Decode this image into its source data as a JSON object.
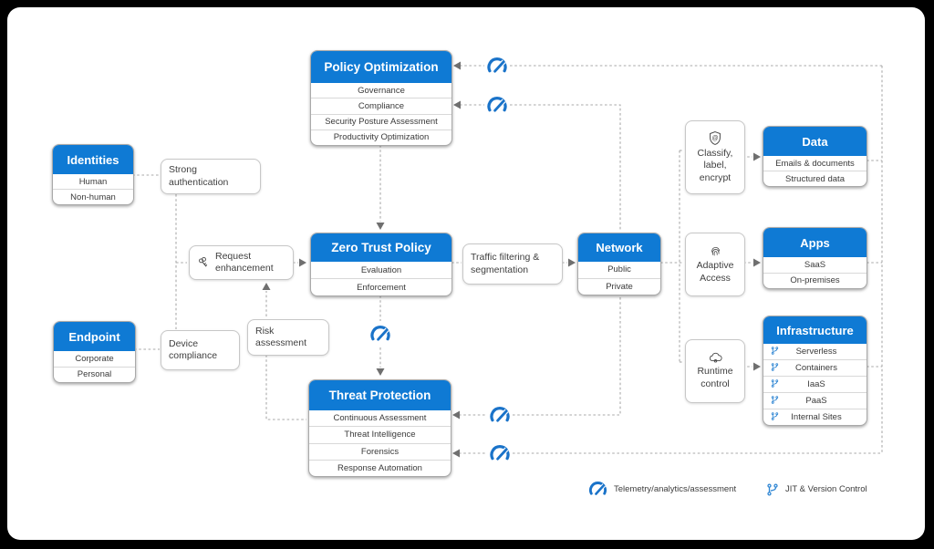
{
  "colors": {
    "accent_blue": "#0f7ad4",
    "icon_blue": "#1a73c9",
    "branch_blue": "#2f86d3",
    "line_gray": "#a9a9a9",
    "arrow_gray": "#6f6f6f"
  },
  "nodes": {
    "identities": {
      "title": "Identities",
      "rows": [
        "Human",
        "Non-human"
      ]
    },
    "endpoint": {
      "title": "Endpoint",
      "rows": [
        "Corporate",
        "Personal"
      ]
    },
    "policy_optimization": {
      "title": "Policy Optimization",
      "rows": [
        "Governance",
        "Compliance",
        "Security Posture Assessment",
        "Productivity Optimization"
      ]
    },
    "zero_trust_policy": {
      "title": "Zero Trust Policy",
      "rows": [
        "Evaluation",
        "Enforcement"
      ]
    },
    "threat_protection": {
      "title": "Threat Protection",
      "rows": [
        "Continuous Assessment",
        "Threat Intelligence",
        "Forensics",
        "Response Automation"
      ]
    },
    "network": {
      "title": "Network",
      "rows": [
        "Public",
        "Private"
      ]
    },
    "data": {
      "title": "Data",
      "rows": [
        "Emails & documents",
        "Structured data"
      ]
    },
    "apps": {
      "title": "Apps",
      "rows": [
        "SaaS",
        "On-premises"
      ]
    },
    "infrastructure": {
      "title": "Infrastructure",
      "rows": [
        "Serverless",
        "Containers",
        "IaaS",
        "PaaS",
        "Internal Sites"
      ]
    },
    "strong_authentication": {
      "label": "Strong authentication"
    },
    "device_compliance": {
      "label": "Device compliance"
    },
    "request_enhancement": {
      "label": "Request enhancement"
    },
    "risk_assessment": {
      "label": "Risk assessment"
    },
    "traffic_filtering": {
      "label": "Traffic filtering & segmentation"
    },
    "classify": {
      "label": "Classify, label, encrypt"
    },
    "adaptive_access": {
      "label": "Adaptive Access"
    },
    "runtime_control": {
      "label": "Runtime control"
    }
  },
  "legend": {
    "telemetry_label": "Telemetry/analytics/assessment",
    "jit_label": "JIT & Version Control"
  }
}
